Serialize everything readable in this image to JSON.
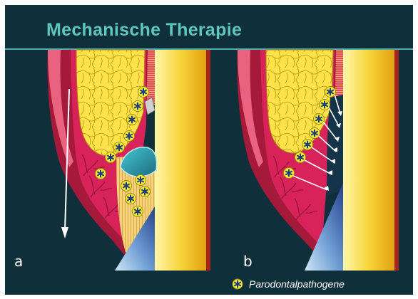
{
  "slide": {
    "title": "Mechanische Therapie",
    "panel_a_label": "a",
    "panel_b_label": "b"
  },
  "legend": {
    "text": "Parodontalpathogene",
    "icon": "pathogen-icon"
  },
  "colors": {
    "background": "#0f2f3a",
    "title": "#5fc6c0",
    "gum": "#d8235a",
    "bone": "#ffe24a",
    "tooth": "#f6cf3a",
    "pathogen": "#f7ea32"
  }
}
